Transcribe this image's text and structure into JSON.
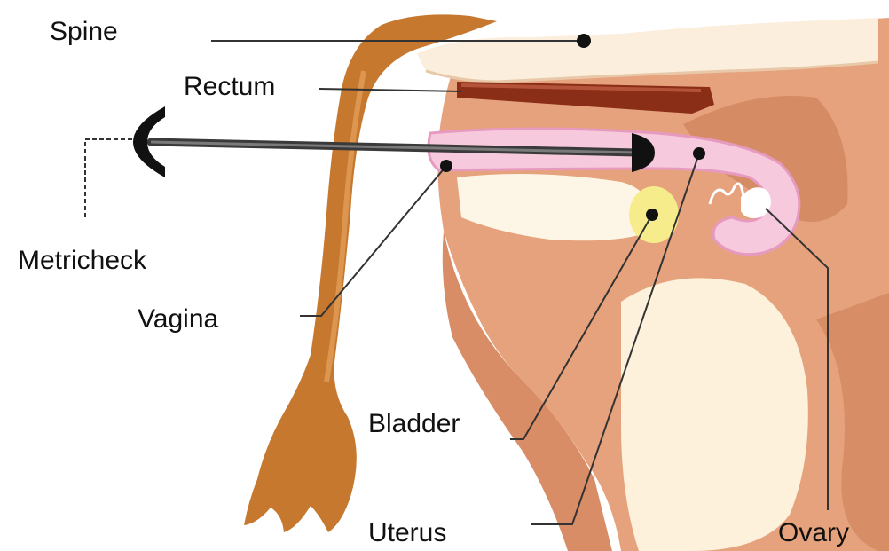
{
  "labels": {
    "spine": "Spine",
    "rectum": "Rectum",
    "metricheck": "Metricheck",
    "vagina": "Vagina",
    "bladder": "Bladder",
    "uterus": "Uterus",
    "ovary": "Ovary"
  },
  "colors": {
    "body": "#e5a27c",
    "body_dark": "#c97a52",
    "tail": "#c6782f",
    "spine_fill": "#fbeedc",
    "rectum": "#8a2e17",
    "tract": "#f7c9dc",
    "tract_edge": "#e79ac0",
    "bladder": "#f6ec8c",
    "pale": "#fdf1dc",
    "leader": "#333333"
  },
  "icons": {
    "metricheck": "metricheck-probe",
    "marker": "anatomy-marker-dot"
  }
}
